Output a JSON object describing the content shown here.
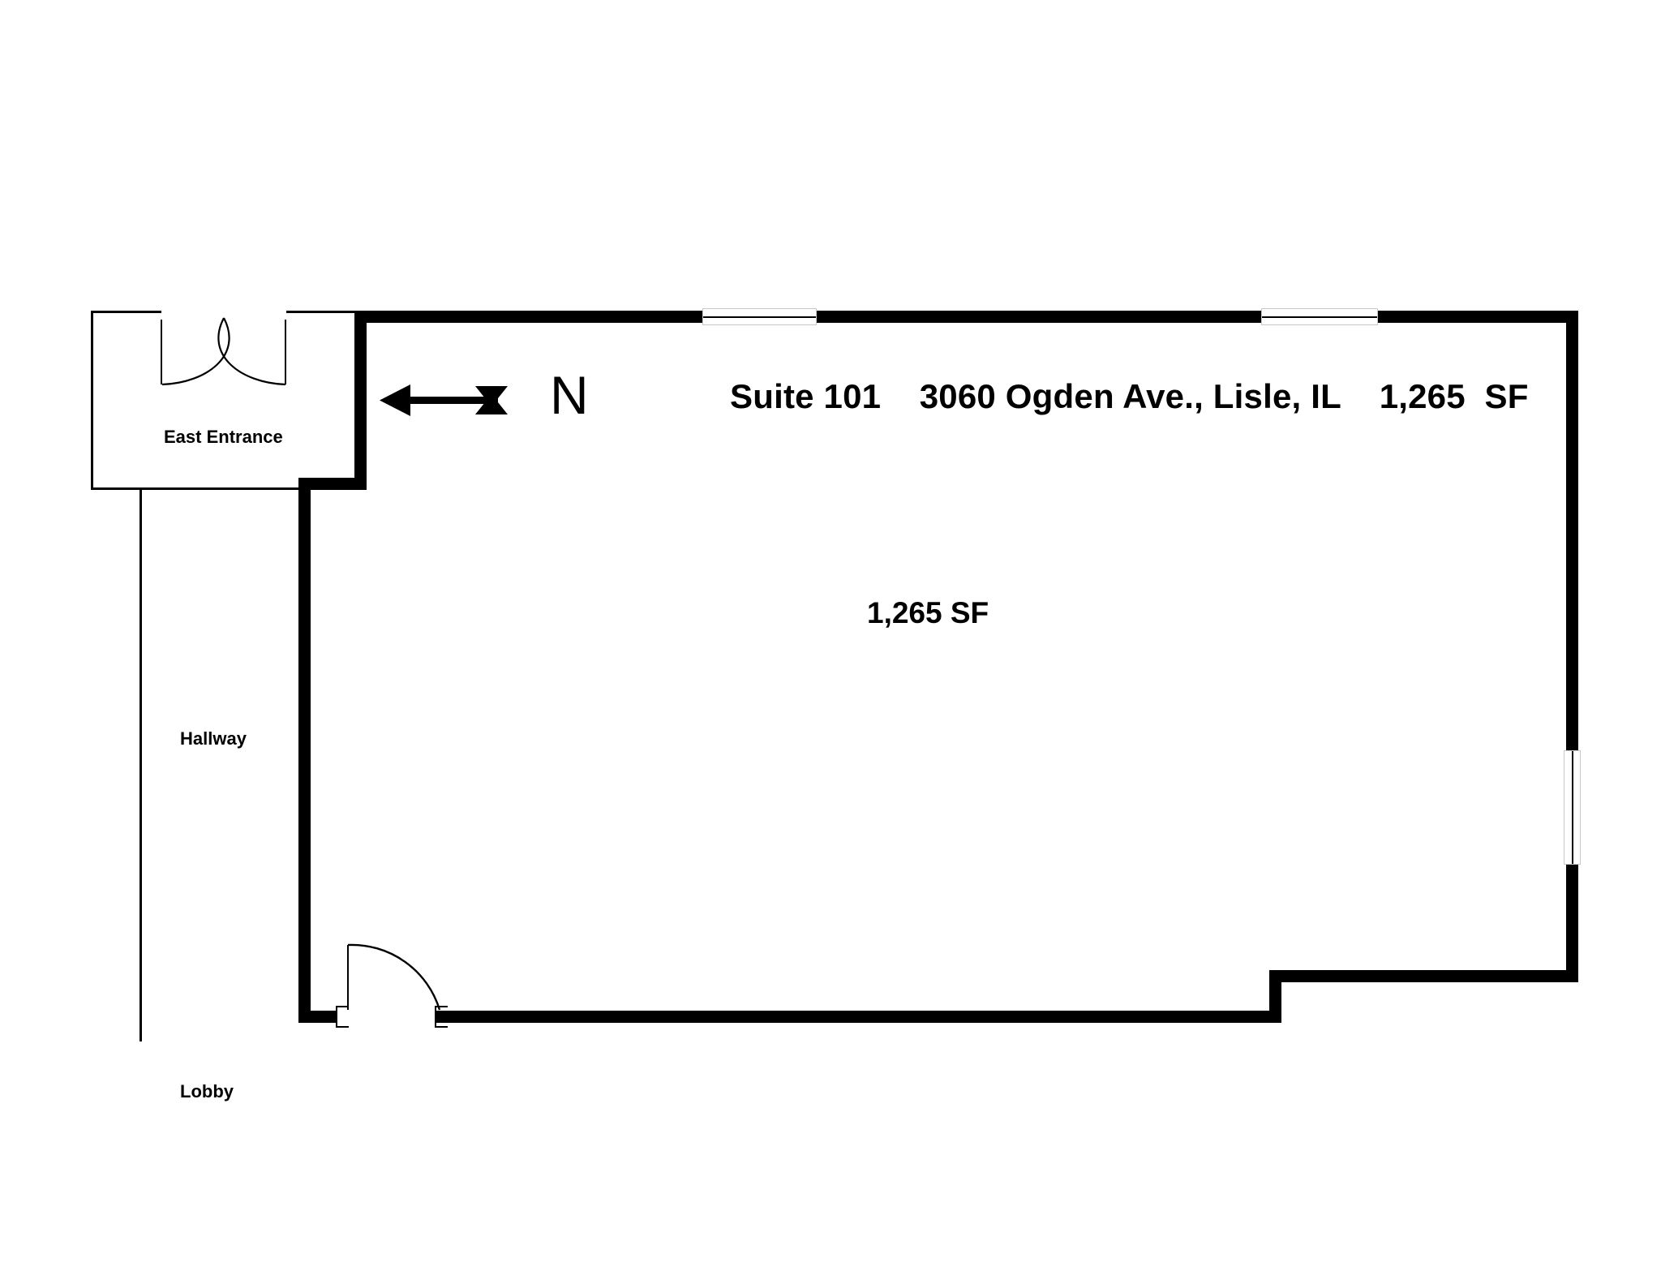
{
  "document": {
    "type": "floor-plan",
    "background_color": "#ffffff",
    "line_color": "#000000"
  },
  "header": {
    "north_label": "N",
    "north_arrow_direction": "left",
    "suite": "Suite 101",
    "address": "3060 Ogden Ave., Lisle, IL",
    "area": "1,265  SF",
    "title_full": "Suite 101    3060 Ogden Ave., Lisle, IL    1,265  SF"
  },
  "plan": {
    "area_label": "1,265 SF",
    "rooms": [
      {
        "name": "east-entrance",
        "label": "East Entrance"
      },
      {
        "name": "hallway",
        "label": "Hallway"
      },
      {
        "name": "lobby",
        "label": "Lobby"
      },
      {
        "name": "suite-101",
        "label": "1,265 SF"
      }
    ],
    "openings": [
      {
        "name": "window-top-left",
        "kind": "window",
        "orientation": "horizontal"
      },
      {
        "name": "window-top-right",
        "kind": "window",
        "orientation": "horizontal"
      },
      {
        "name": "window-east",
        "kind": "window",
        "orientation": "vertical"
      },
      {
        "name": "door-suite-entry",
        "kind": "single-door",
        "swing": "right"
      },
      {
        "name": "door-east-entrance",
        "kind": "double-door",
        "swing": "both"
      }
    ]
  }
}
